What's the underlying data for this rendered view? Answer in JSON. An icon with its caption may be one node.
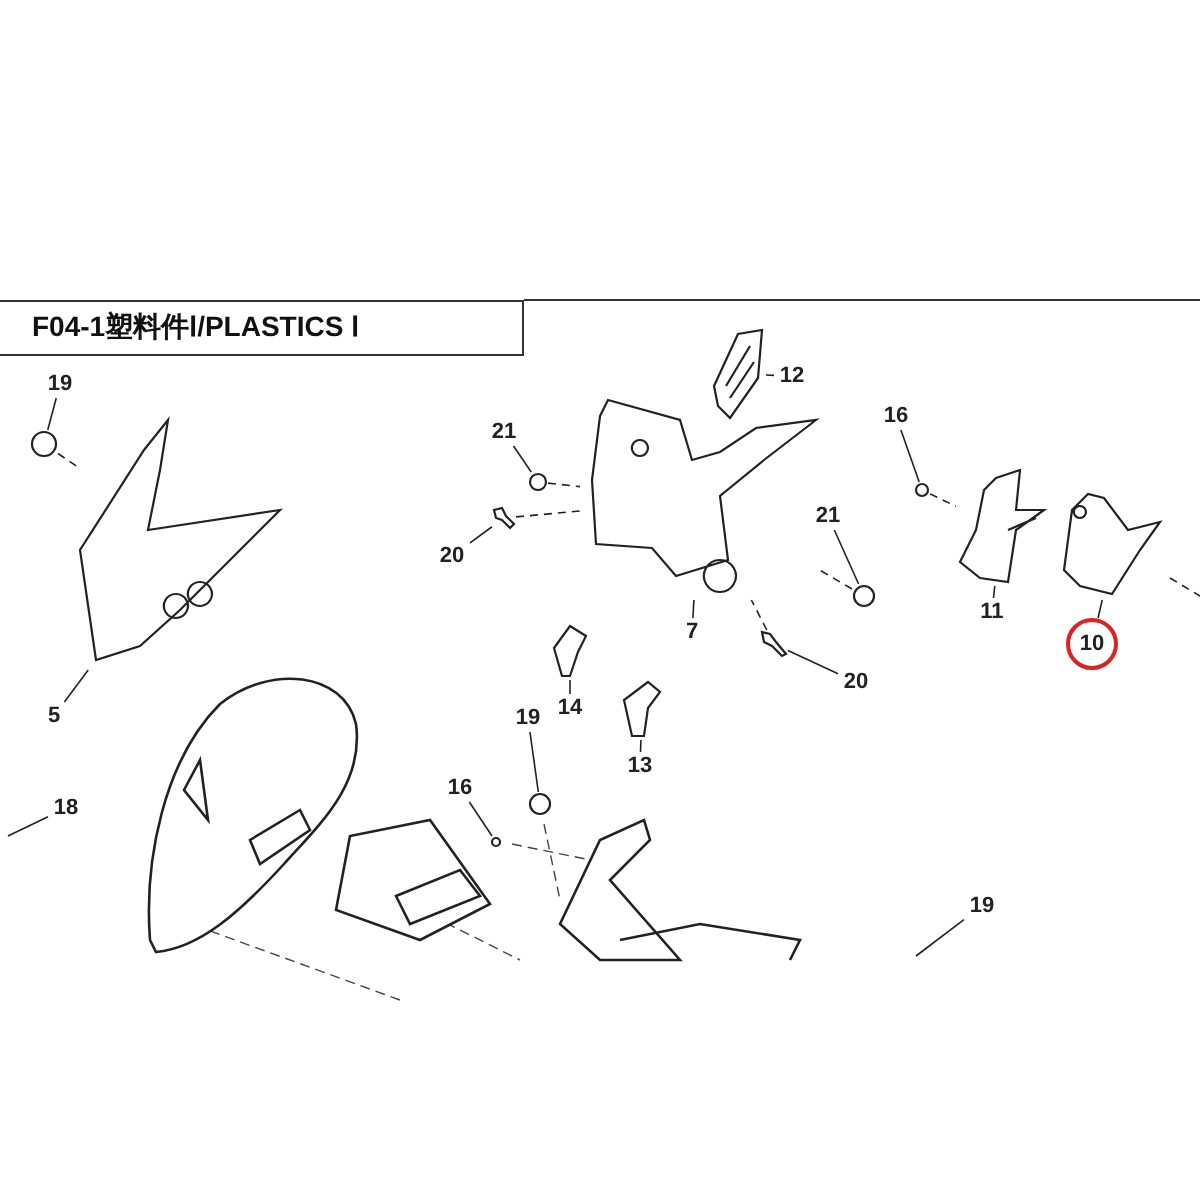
{
  "diagram": {
    "nodes": [
      {
        "text": [
          "F04-1塑料件Ⅰ/PLASTICS Ⅰ"
        ]
      },
      {
        "text": [
          "19"
        ]
      },
      {
        "text": [],
        "shape": "circle"
      },
      {
        "text": [
          "12"
        ]
      },
      {
        "text": [],
        "shape": "picture"
      },
      {
        "text": [
          "21"
        ]
      },
      {
        "text": [],
        "shape": "circle"
      },
      {
        "text": [
          "16"
        ]
      },
      {
        "text": [],
        "shape": "circle"
      },
      {
        "text": [
          "20"
        ]
      },
      {
        "text": [],
        "shape": "picture"
      },
      {
        "text": [
          "21"
        ]
      },
      {
        "text": [],
        "shape": "circle"
      },
      {
        "text": [
          "11"
        ]
      },
      {
        "text": [],
        "shape": "picture"
      },
      {
        "text": [
          "10"
        ]
      },
      {
        "text": [],
        "shape": "picture"
      },
      {
        "text": [
          "7"
        ]
      },
      {
        "text": [],
        "shape": "picture"
      },
      {
        "text": [
          "5"
        ]
      },
      {
        "text": [],
        "shape": "picture"
      },
      {
        "text": [
          "14"
        ]
      },
      {
        "text": [],
        "shape": "picture"
      },
      {
        "text": [
          "20"
        ]
      },
      {
        "text": [],
        "shape": "picture"
      },
      {
        "text": [
          "19"
        ]
      },
      {
        "text": [],
        "shape": "circle"
      },
      {
        "text": [
          "13"
        ]
      },
      {
        "text": [],
        "shape": "picture"
      },
      {
        "text": [
          "18"
        ]
      },
      {
        "text": [
          "16"
        ]
      },
      {
        "text": [],
        "shape": "circle"
      },
      {
        "text": [
          "19"
        ]
      }
    ],
    "edges": [
      {
        "from": 1,
        "to": 2,
        "arrow": "none"
      },
      {
        "from": 3,
        "to": 4,
        "arrow": "none"
      },
      {
        "from": 5,
        "to": 6,
        "arrow": "none"
      },
      {
        "from": 7,
        "to": 8,
        "arrow": "none"
      },
      {
        "from": 9,
        "to": 10,
        "arrow": "none"
      },
      {
        "from": 11,
        "to": 12,
        "arrow": "none"
      },
      {
        "from": 13,
        "to": 14,
        "arrow": "none"
      },
      {
        "from": 15,
        "to": 16,
        "arrow": "none"
      },
      {
        "from": 17,
        "to": 18,
        "arrow": "none"
      },
      {
        "from": 19,
        "to": 20,
        "arrow": "none"
      },
      {
        "from": 21,
        "to": 22,
        "arrow": "none"
      },
      {
        "from": 23,
        "to": 24,
        "arrow": "none"
      },
      {
        "from": 25,
        "to": 26,
        "arrow": "none"
      },
      {
        "from": 27,
        "to": 28,
        "arrow": "none"
      },
      {
        "from": 29,
        "to": null,
        "arrow": "none"
      },
      {
        "from": 30,
        "to": 31,
        "arrow": "none"
      },
      {
        "from": 32,
        "to": null,
        "arrow": "none"
      },
      {
        "from": 2,
        "to": 20,
        "arrow": "none",
        "style": "dashed"
      },
      {
        "from": 6,
        "to": 18,
        "arrow": "none",
        "style": "dashed"
      },
      {
        "from": 10,
        "to": 18,
        "arrow": "none",
        "style": "dashed"
      },
      {
        "from": 12,
        "to": 18,
        "arrow": "none",
        "style": "dashed"
      },
      {
        "from": 24,
        "to": 18,
        "arrow": "none",
        "style": "dashed"
      },
      {
        "from": 8,
        "to": 14,
        "arrow": "none",
        "style": "dashed"
      },
      {
        "from": 16,
        "to": null,
        "arrow": "none",
        "style": "dashed"
      }
    ]
  }
}
